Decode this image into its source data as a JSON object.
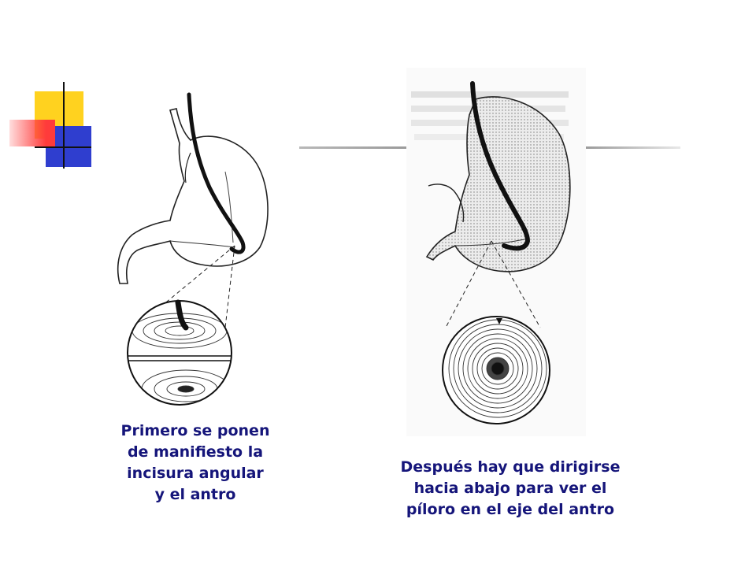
{
  "captions": {
    "left": [
      "Primero se ponen",
      "de manifiesto la",
      "incisura angular",
      "y el antro"
    ],
    "right": [
      "Después hay que dirigirse",
      "hacia abajo para ver el",
      "píloro en el eje del antro"
    ]
  },
  "colors": {
    "caption_text": "#15157a",
    "accent_yellow": "#ffd21f",
    "accent_blue": "#2f3ecf",
    "accent_red": "#ff3b3b"
  },
  "figures": {
    "left": "stomach-endoscope-incisura-view",
    "right": "stomach-endoscope-pylorus-view"
  }
}
